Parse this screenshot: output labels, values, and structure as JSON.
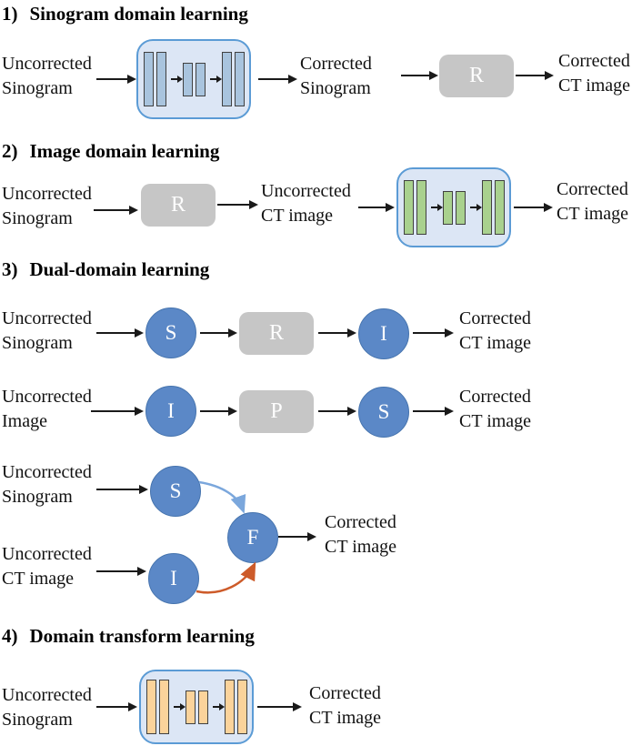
{
  "sections": {
    "s1": {
      "number": "1)",
      "title": "Sinogram domain learning",
      "input_label": "Uncorrected\nSinogram",
      "mid_label": "Corrected\nSinogram",
      "recon_box": "R",
      "output_label": "Corrected\nCT image"
    },
    "s2": {
      "number": "2)",
      "title": "Image domain learning",
      "input_label": "Uncorrected\nSinogram",
      "recon_box": "R",
      "mid_label": "Uncorrected\nCT image",
      "output_label": "Corrected\nCT image"
    },
    "s3": {
      "number": "3)",
      "title": "Dual-domain learning",
      "row1": {
        "input_label": "Uncorrected\nSinogram",
        "node1": "S",
        "box": "R",
        "node2": "I",
        "output_label": "Corrected\nCT image"
      },
      "row2": {
        "input_label": "Uncorrected\nImage",
        "node1": "I",
        "box": "P",
        "node2": "S",
        "output_label": "Corrected\nCT image"
      },
      "row3": {
        "input1_label": "Uncorrected\nSinogram",
        "node1": "S",
        "input2_label": "Uncorrected\nCT image",
        "node2": "I",
        "fusion_node": "F",
        "output_label": "Corrected\nCT image"
      }
    },
    "s4": {
      "number": "4)",
      "title": "Domain transform learning",
      "input_label": "Uncorrected\nSinogram",
      "output_label": "Corrected\nCT image"
    }
  },
  "colors": {
    "cnn_container_fill": "#dce6f5",
    "cnn_container_border": "#5b9bd5",
    "sino_bar": "#a9c4de",
    "img_bar": "#a9d18e",
    "trans_bar": "#fbd39b",
    "bar_border": "#404040",
    "gray_box": "#c6c6c6",
    "node_fill": "#5b88c7",
    "node_border": "#4674ae",
    "ink": "#1a1a1a",
    "curve_blue": "#7ba7dc",
    "curve_orange": "#cd5b2a"
  }
}
